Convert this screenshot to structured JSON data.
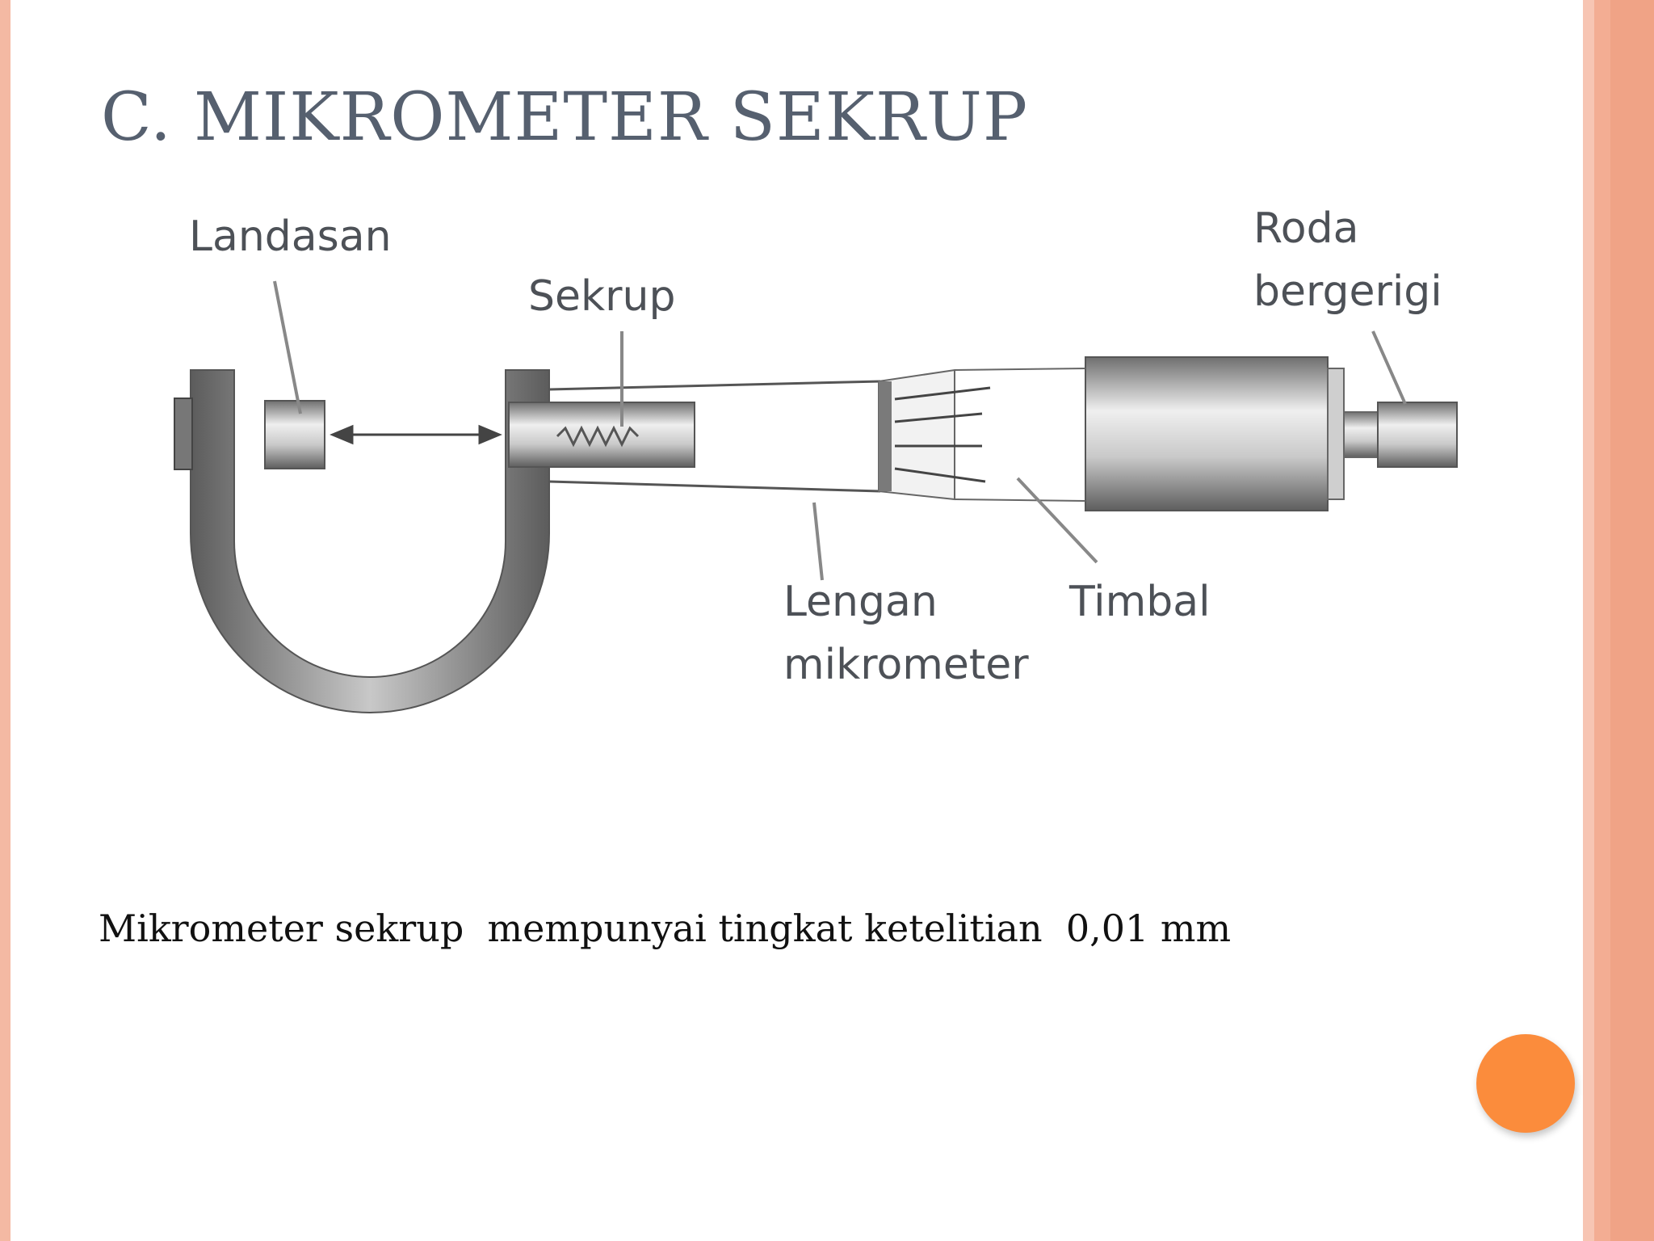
{
  "slide": {
    "title": "C. MIKROMETER SEKRUP",
    "caption": "Mikrometer sekrup  mempunyai tingkat ketelitian  0,01 mm"
  },
  "diagram": {
    "labels": {
      "landasan": "Landasan",
      "sekrup": "Sekrup",
      "roda_line1": "Roda",
      "roda_line2": "bergerigi",
      "lengan_line1": "Lengan",
      "lengan_line2": "mikrometer",
      "timbal": "Timbal"
    }
  },
  "colors": {
    "title": "#56606f",
    "accent_orange": "#fb8c3c",
    "border_salmon": "#f4b9a3",
    "metal": "#8e8e8e"
  }
}
